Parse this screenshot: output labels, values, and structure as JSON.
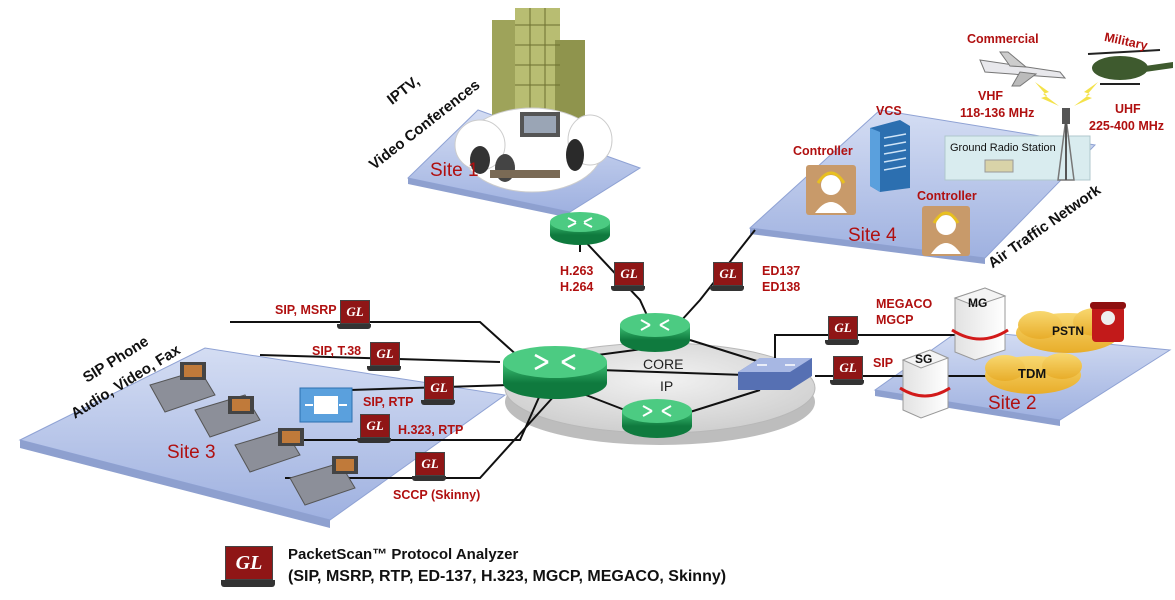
{
  "labels": {
    "iptv_line1": "IPTV,",
    "iptv_line2": "Video Conferences",
    "site1": "Site 1",
    "site2": "Site 2",
    "site3": "Site 3",
    "site4": "Site 4",
    "sip_phone_line1": "SIP Phone",
    "sip_phone_line2": "Audio, Video, Fax",
    "commercial": "Commercial",
    "military": "Military",
    "vhf_line1": "VHF",
    "vhf_line2": "118-136 MHz",
    "uhf_line1": "UHF",
    "uhf_line2": "225-400 MHz",
    "vcs": "VCS",
    "controller_1": "Controller",
    "controller_2": "Controller",
    "ground_radio_station": "Ground Radio Station",
    "air_traffic_network": "Air Traffic Network",
    "h263": "H.263",
    "h264": "H.264",
    "ed137": "ED137",
    "ed138": "ED138",
    "sip_msrp": "SIP, MSRP",
    "sip_t38": "SIP, T.38",
    "sip_rtp": "SIP, RTP",
    "h323_rtp": "H.323, RTP",
    "sccp": "SCCP (Skinny)",
    "megaco": "MEGACO",
    "mgcp": "MGCP",
    "sip_site2": "SIP",
    "mg": "MG",
    "sg": "SG",
    "pstn": "PSTN",
    "tdm": "TDM",
    "core": "CORE",
    "ip": "IP",
    "gl_logo": "GL"
  },
  "legend": {
    "title": "PacketScan™ Protocol Analyzer",
    "protocols": "(SIP, MSRP, RTP, ED-137, H.323, MGCP, MEGACO, Skinny)"
  },
  "colors": {
    "accent_red": "#b01010",
    "router_green": "#1f9a55",
    "platform_blue": "#b9c7ea",
    "cloud_yellow": "#f4c64a",
    "switch_blue": "#6d86c4",
    "gl_red": "#8f1616"
  }
}
